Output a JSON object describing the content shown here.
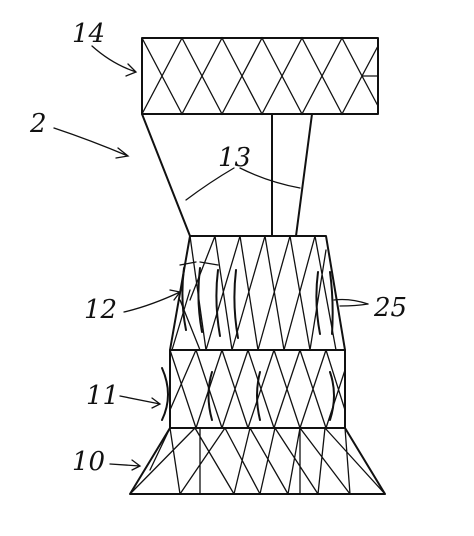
{
  "figure": {
    "labels": {
      "assembly": "2",
      "base_segment": "10",
      "lower_segment": "11",
      "middle_segment": "12",
      "struts": "13",
      "top_panel": "14",
      "slots": "25"
    },
    "ink_color": "#111111",
    "background": "#ffffff"
  }
}
